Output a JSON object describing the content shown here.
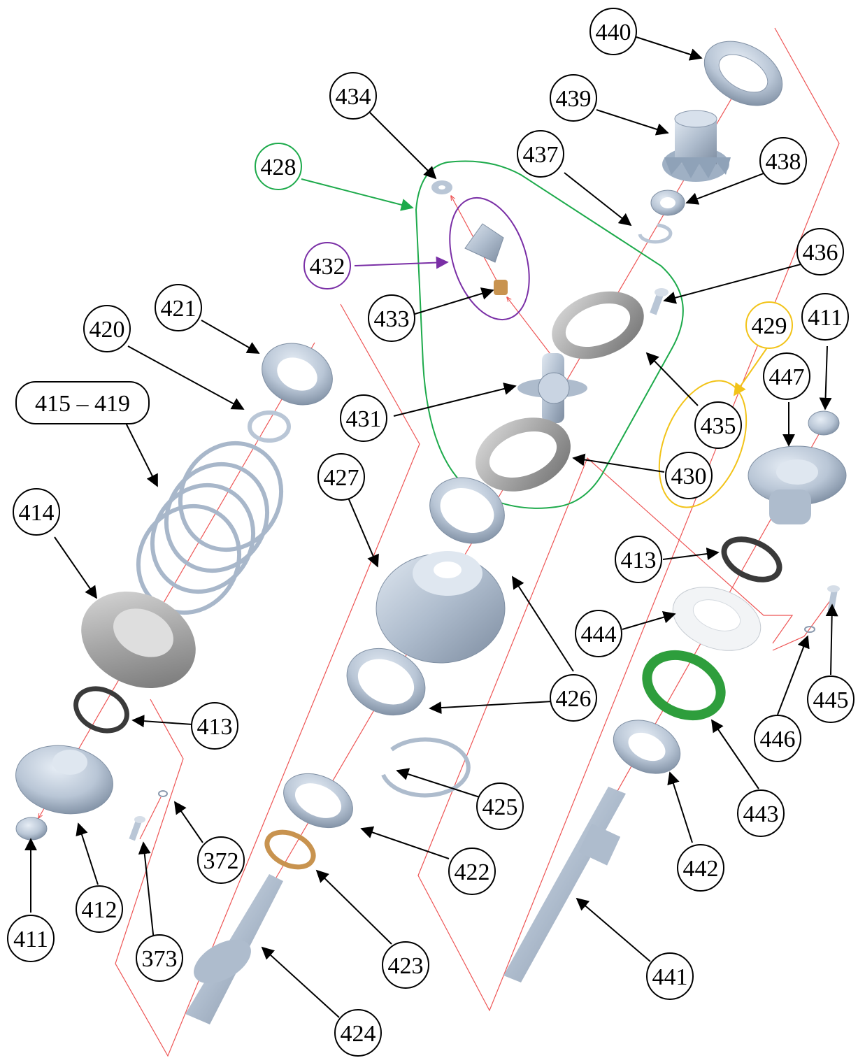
{
  "diagram": {
    "kind": "exploded parts diagram",
    "colors": {
      "part_metal": "#b9c6d6",
      "part_metal_dark": "#7f8fa3",
      "housing_gray": "#9a9a9a",
      "axis_red": "#ee5555",
      "callout_black": "#000000",
      "group_green": "#1daa4b",
      "group_purple": "#7a2fa6",
      "group_yellow": "#f2c318",
      "bronze": "#c8934f",
      "gasket_green": "#2e9e3c",
      "seal_dark": "#3a3a3a"
    },
    "callouts": [
      {
        "id": "c440",
        "label": "440",
        "group": "none"
      },
      {
        "id": "c439",
        "label": "439",
        "group": "none"
      },
      {
        "id": "c434",
        "label": "434",
        "group": "none"
      },
      {
        "id": "c437",
        "label": "437",
        "group": "none"
      },
      {
        "id": "c438",
        "label": "438",
        "group": "none"
      },
      {
        "id": "c428",
        "label": "428",
        "group": "green"
      },
      {
        "id": "c432",
        "label": "432",
        "group": "purple"
      },
      {
        "id": "c436",
        "label": "436",
        "group": "none"
      },
      {
        "id": "c433",
        "label": "433",
        "group": "none"
      },
      {
        "id": "c421",
        "label": "421",
        "group": "none"
      },
      {
        "id": "c420",
        "label": "420",
        "group": "none"
      },
      {
        "id": "c429",
        "label": "429",
        "group": "yellow"
      },
      {
        "id": "c411a",
        "label": "411",
        "group": "none"
      },
      {
        "id": "c415",
        "label": "415 – 419",
        "group": "none"
      },
      {
        "id": "c447",
        "label": "447",
        "group": "none"
      },
      {
        "id": "c431",
        "label": "431",
        "group": "none"
      },
      {
        "id": "c435",
        "label": "435",
        "group": "none"
      },
      {
        "id": "c427",
        "label": "427",
        "group": "none"
      },
      {
        "id": "c430",
        "label": "430",
        "group": "none"
      },
      {
        "id": "c414",
        "label": "414",
        "group": "none"
      },
      {
        "id": "c413a",
        "label": "413",
        "group": "none"
      },
      {
        "id": "c444",
        "label": "444",
        "group": "none"
      },
      {
        "id": "c426",
        "label": "426",
        "group": "none"
      },
      {
        "id": "c445",
        "label": "445",
        "group": "none"
      },
      {
        "id": "c413b",
        "label": "413",
        "group": "none"
      },
      {
        "id": "c446",
        "label": "446",
        "group": "none"
      },
      {
        "id": "c425",
        "label": "425",
        "group": "none"
      },
      {
        "id": "c443",
        "label": "443",
        "group": "none"
      },
      {
        "id": "c372",
        "label": "372",
        "group": "none"
      },
      {
        "id": "c422",
        "label": "422",
        "group": "none"
      },
      {
        "id": "c442",
        "label": "442",
        "group": "none"
      },
      {
        "id": "c412",
        "label": "412",
        "group": "none"
      },
      {
        "id": "c411b",
        "label": "411",
        "group": "none"
      },
      {
        "id": "c373",
        "label": "373",
        "group": "none"
      },
      {
        "id": "c423",
        "label": "423",
        "group": "none"
      },
      {
        "id": "c441",
        "label": "441",
        "group": "none"
      },
      {
        "id": "c424",
        "label": "424",
        "group": "none"
      }
    ]
  }
}
